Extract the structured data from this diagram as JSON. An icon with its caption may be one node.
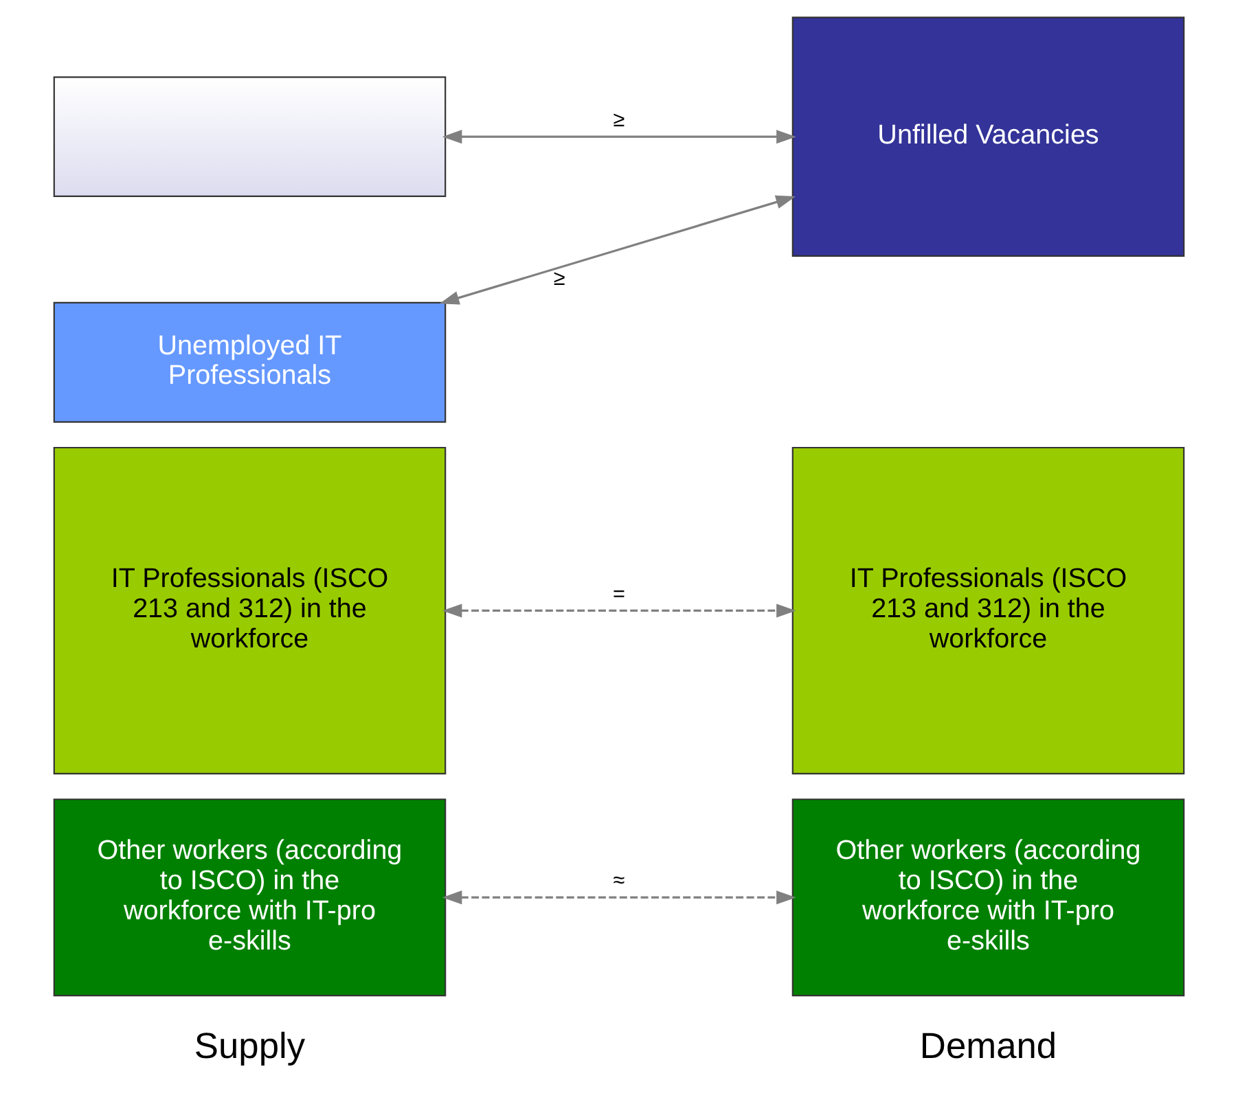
{
  "diagram": {
    "nodes": [
      {
        "text": [],
        "shape": "box"
      },
      {
        "text": [
          "Unemployed IT Professionals"
        ]
      },
      {
        "text": [
          "IT Professionals (ISCO 213 and 312) in the workforce"
        ]
      },
      {
        "text": [
          "Other workers (according to ISCO) in the workforce with IT-pro e-skills"
        ]
      },
      {
        "text": [
          "Unfilled Vacancies"
        ]
      },
      {
        "text": [
          "IT Professionals (ISCO 213 and 312) in the workforce"
        ]
      },
      {
        "text": [
          "Other workers (according to ISCO) in the workforce with IT-pro e-skills"
        ]
      }
    ],
    "edges": [
      {
        "from": 0,
        "to": 4,
        "arrow": "both",
        "label": "≥"
      },
      {
        "from": 1,
        "to": 4,
        "arrow": "both",
        "label": "≥"
      },
      {
        "from": 2,
        "to": 5,
        "arrow": "both",
        "label": "=",
        "style": "dashed"
      },
      {
        "from": 3,
        "to": 6,
        "arrow": "both",
        "label": "≈",
        "style": "dashed"
      }
    ],
    "labels": [
      "Supply",
      "Demand"
    ]
  }
}
